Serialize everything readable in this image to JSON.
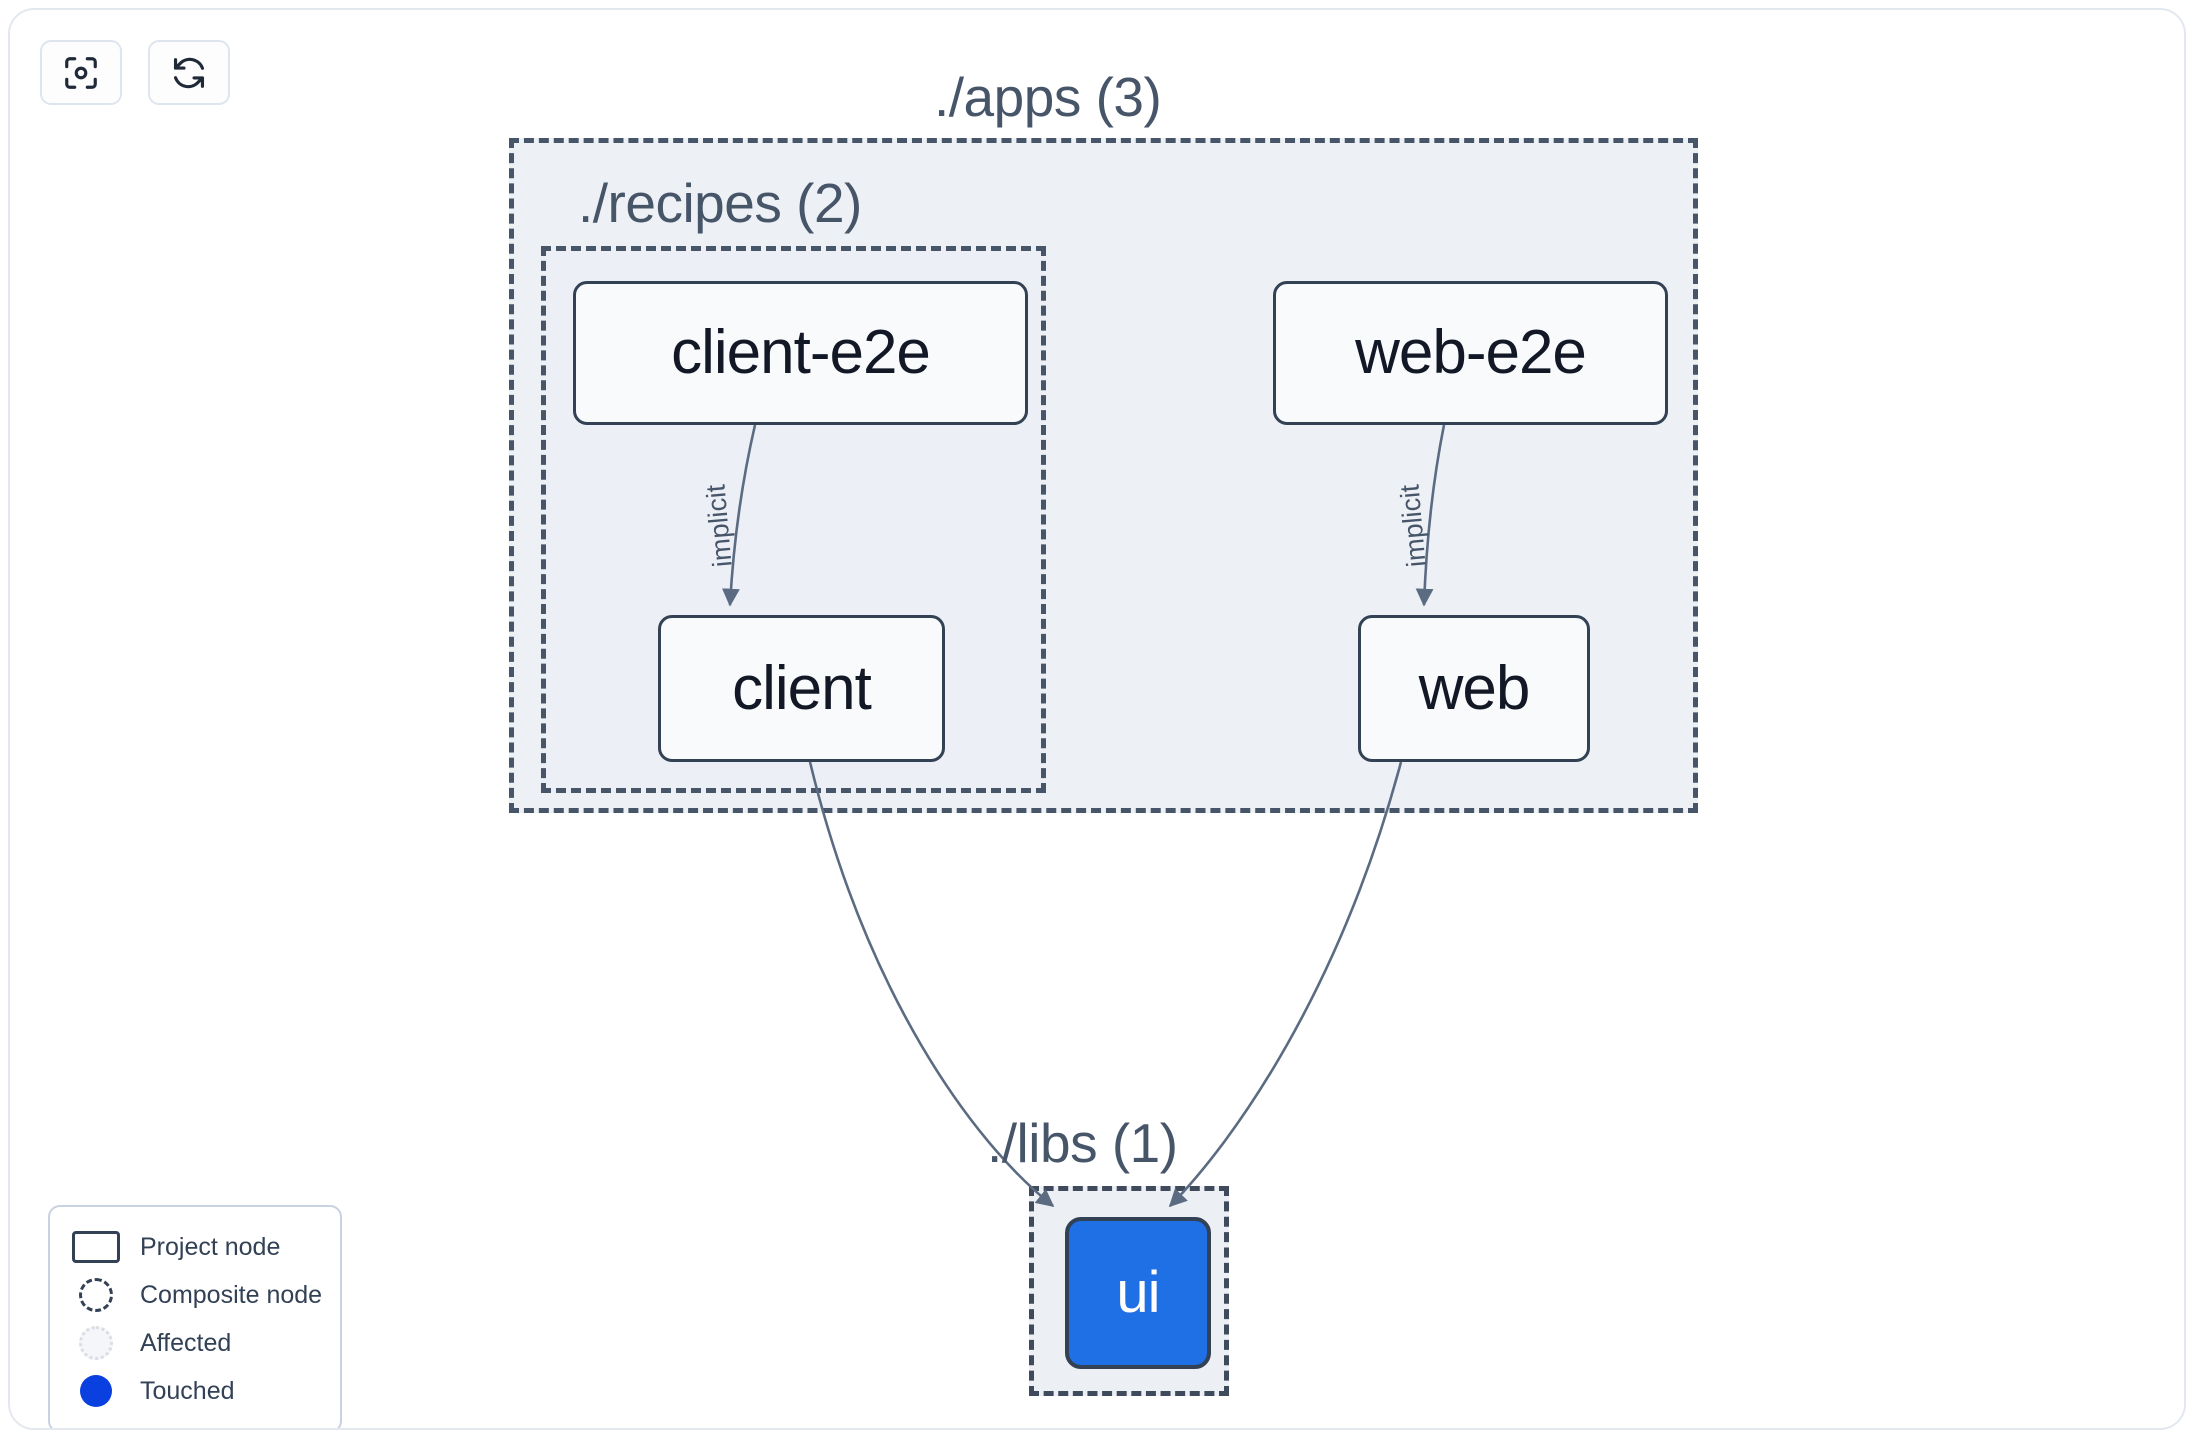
{
  "toolbar": {
    "buttons": [
      {
        "name": "focus-graph",
        "icon": "focus-target-icon",
        "label": ""
      },
      {
        "name": "refresh-graph",
        "icon": "refresh-sync-icon",
        "label": ""
      }
    ]
  },
  "graph": {
    "groups": [
      {
        "id": "apps",
        "label": "./apps (3)",
        "count": 3,
        "style": "composite-dashed"
      },
      {
        "id": "recipes",
        "label": "./recipes (2)",
        "count": 2,
        "style": "composite-dashed"
      },
      {
        "id": "libs",
        "label": "./libs (1)",
        "count": 1,
        "style": "composite-dashed"
      }
    ],
    "nodes": [
      {
        "id": "client-e2e",
        "label": "client-e2e",
        "group": "recipes",
        "state": "normal"
      },
      {
        "id": "client",
        "label": "client",
        "group": "recipes",
        "state": "normal"
      },
      {
        "id": "web-e2e",
        "label": "web-e2e",
        "group": "apps",
        "state": "normal"
      },
      {
        "id": "web",
        "label": "web",
        "group": "apps",
        "state": "normal"
      },
      {
        "id": "ui",
        "label": "ui",
        "group": "libs",
        "state": "touched"
      }
    ],
    "edges": [
      {
        "from": "client-e2e",
        "to": "client",
        "label": "implicit"
      },
      {
        "from": "web-e2e",
        "to": "web",
        "label": "implicit"
      },
      {
        "from": "client",
        "to": "ui",
        "label": ""
      },
      {
        "from": "web",
        "to": "ui",
        "label": ""
      }
    ]
  },
  "legend": {
    "items": [
      {
        "swatch": "project-node-swatch",
        "label": "Project node"
      },
      {
        "swatch": "composite-node-swatch",
        "label": "Composite node"
      },
      {
        "swatch": "affected-swatch",
        "label": "Affected"
      },
      {
        "swatch": "touched-swatch",
        "label": "Touched"
      }
    ]
  },
  "colors": {
    "touched": "#0a3fe0",
    "touched_node_fill": "#1f6fe5",
    "node_border": "#334155",
    "node_fill": "#f8fafb",
    "group_fill": "#edf1f6",
    "group_border": "#475569",
    "edge": "#5a6b82",
    "text": "#334155",
    "frame_border": "#e3e8ef"
  }
}
